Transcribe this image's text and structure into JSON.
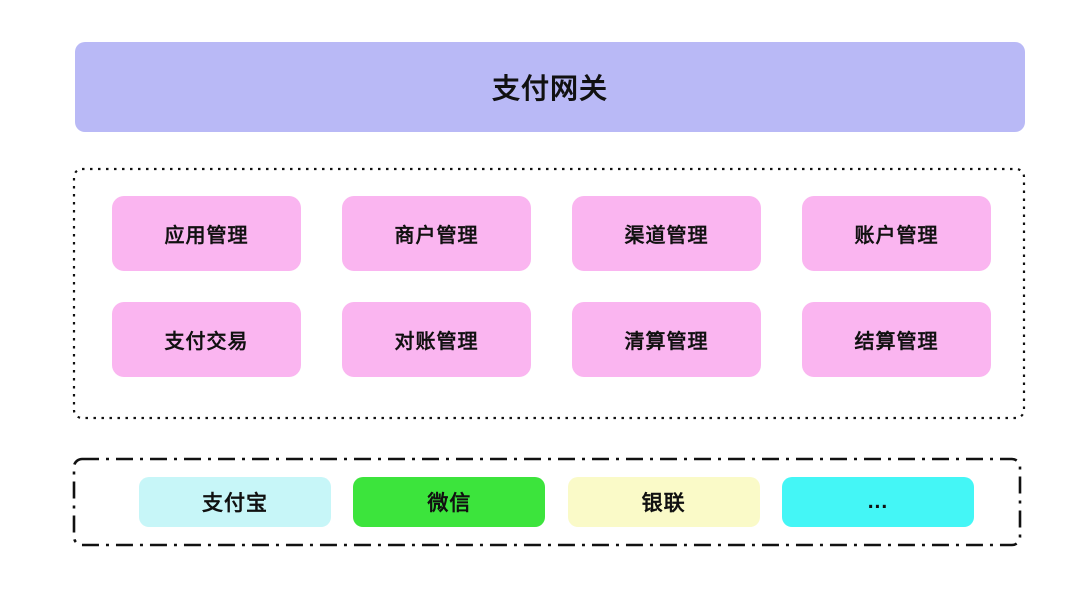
{
  "page": {
    "background": "#ffffff",
    "text_color": "#111111",
    "border_color": "#111111"
  },
  "gateway": {
    "label": "支付网关",
    "color": "#b9b9f6"
  },
  "modules": {
    "box_color": "#fab5f0",
    "items": [
      {
        "label": "应用管理"
      },
      {
        "label": "商户管理"
      },
      {
        "label": "渠道管理"
      },
      {
        "label": "账户管理"
      },
      {
        "label": "支付交易"
      },
      {
        "label": "对账管理"
      },
      {
        "label": "清算管理"
      },
      {
        "label": "结算管理"
      }
    ]
  },
  "channels": {
    "items": [
      {
        "label": "支付宝",
        "color": "#c7f6f8"
      },
      {
        "label": "微信",
        "color": "#3ce43c"
      },
      {
        "label": "银联",
        "color": "#fafac8"
      },
      {
        "label": "...",
        "color": "#44f6f6"
      }
    ]
  }
}
